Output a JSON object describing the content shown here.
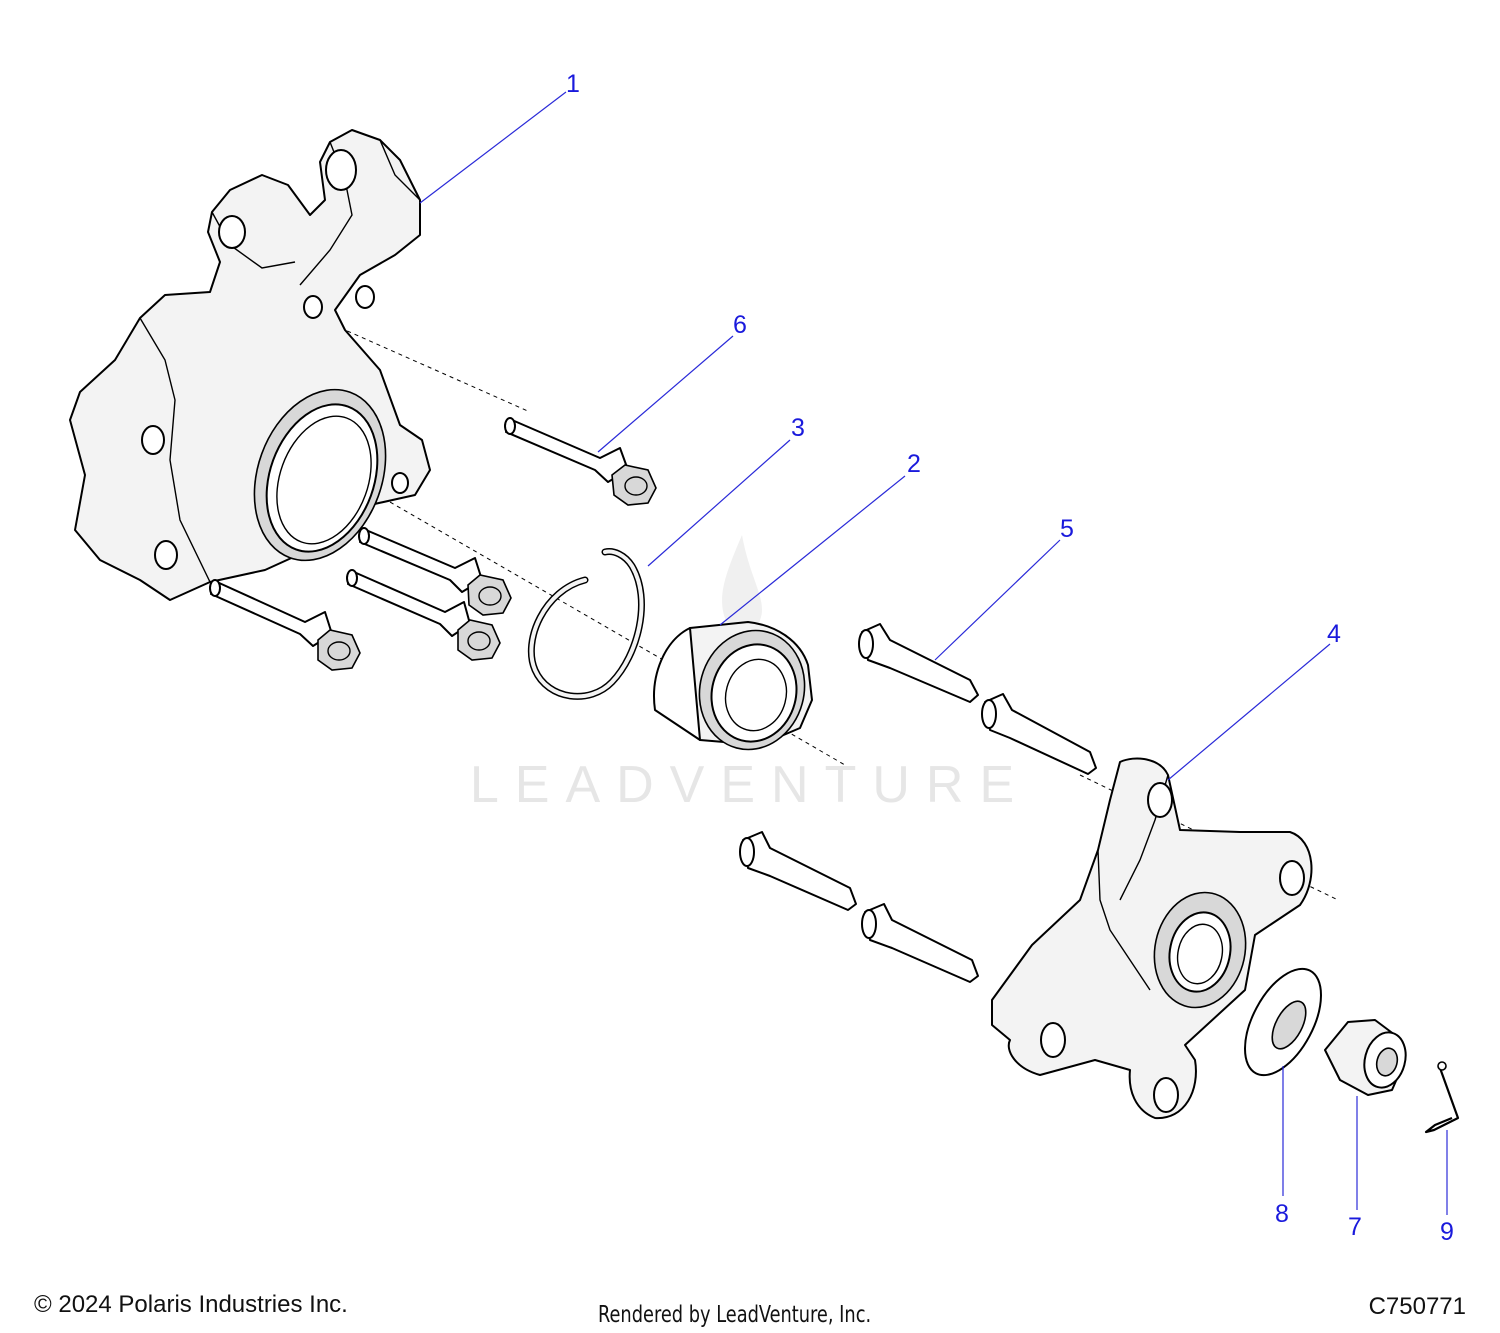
{
  "callouts": [
    {
      "id": "1",
      "label": "1"
    },
    {
      "id": "2",
      "label": "2"
    },
    {
      "id": "3",
      "label": "3"
    },
    {
      "id": "4",
      "label": "4"
    },
    {
      "id": "5",
      "label": "5"
    },
    {
      "id": "6",
      "label": "6"
    },
    {
      "id": "7",
      "label": "7"
    },
    {
      "id": "8",
      "label": "8"
    },
    {
      "id": "9",
      "label": "9"
    }
  ],
  "watermark": "LEADVENTURE",
  "footer": {
    "copyright": "© 2024 Polaris Industries Inc.",
    "rendered_by": "Rendered by LeadVenture, Inc.",
    "diagram_code": "C750771"
  },
  "colors": {
    "callout": "#1a1adc",
    "leader": "#2a2ad8",
    "watermark": "#e6e6e6"
  }
}
